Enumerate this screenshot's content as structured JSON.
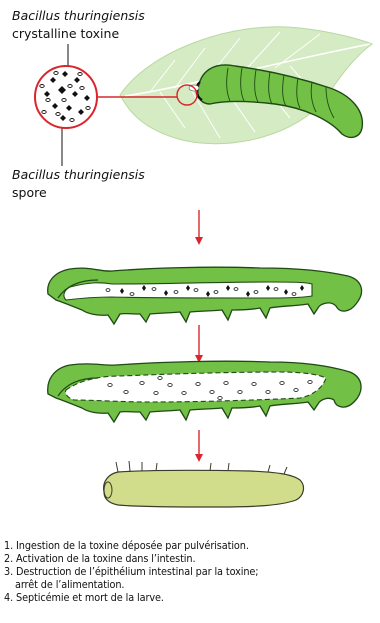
{
  "labels": {
    "top_italic": "Bacillus thuringiensis",
    "top_normal": "crystalline toxine",
    "bottom_italic": "Bacillus thuringiensis",
    "bottom_normal": "spore"
  },
  "steps": [
    "1. Ingestion de la toxine déposée par pulvérisation.",
    "2. Activation de la toxine dans l’intestin.",
    "3. Destruction de l’épithélium intestinal par la toxine;",
    "arrêt de l’alimentation.",
    "4. Septicémie et mort de la larve."
  ],
  "colors": {
    "caterpillar": "#72c046",
    "caterpillar_outline": "#1f4a14",
    "leaf": "#d5ebc4",
    "arrow": "#d9262c",
    "dead_larva": "#d1dd8a"
  }
}
